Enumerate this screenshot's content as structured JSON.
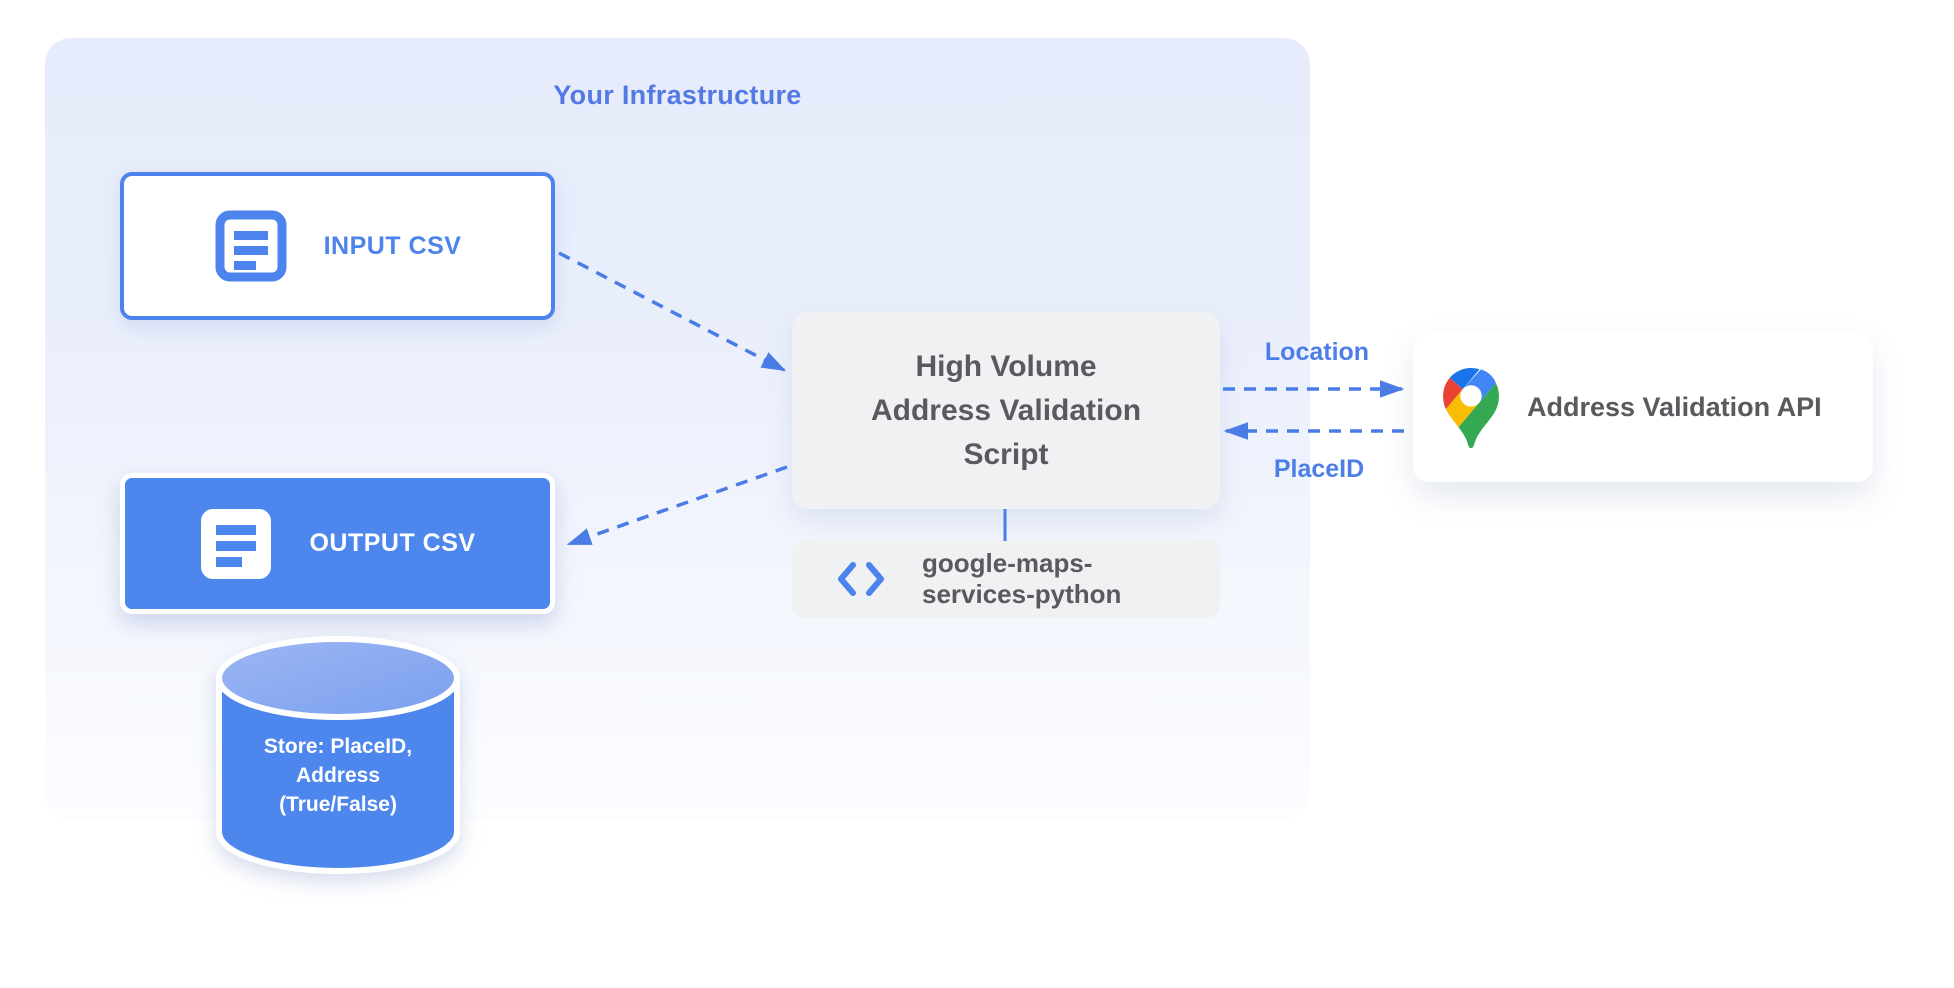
{
  "diagram": {
    "container_title": "Your Infrastructure",
    "nodes": {
      "input_csv": {
        "label": "INPUT CSV",
        "icon": "document-icon"
      },
      "output_csv": {
        "label": "OUTPUT CSV",
        "icon": "document-icon"
      },
      "datastore": {
        "line1": "Store: PlaceID,",
        "line2": "Address",
        "line3": "(True/False)",
        "icon": "database-cylinder"
      },
      "script": {
        "line1": "High Volume",
        "line2": "Address Validation",
        "line3": "Script"
      },
      "library": {
        "line1": "google-maps-",
        "line2": "services-python",
        "icon": "code-icon"
      },
      "api": {
        "label": "Address Validation API",
        "icon": "google-maps-pin-icon"
      }
    },
    "edge_labels": {
      "location": "Location",
      "placeid": "PlaceID"
    },
    "colors": {
      "primary_blue": "#4c83ec",
      "fill_blue": "#4d86ec",
      "title_blue": "#5379e4",
      "arrow_blue": "#4a7ce6",
      "box_gray": "#f0f1f3",
      "text_gray": "#595a5d",
      "container_top": "#e6ecfb",
      "pin_dark_blue": "#1a73e8",
      "pin_red": "#ea4335",
      "pin_blue": "#4285f4",
      "pin_yellow": "#fbbc04",
      "pin_green": "#34a853"
    }
  }
}
